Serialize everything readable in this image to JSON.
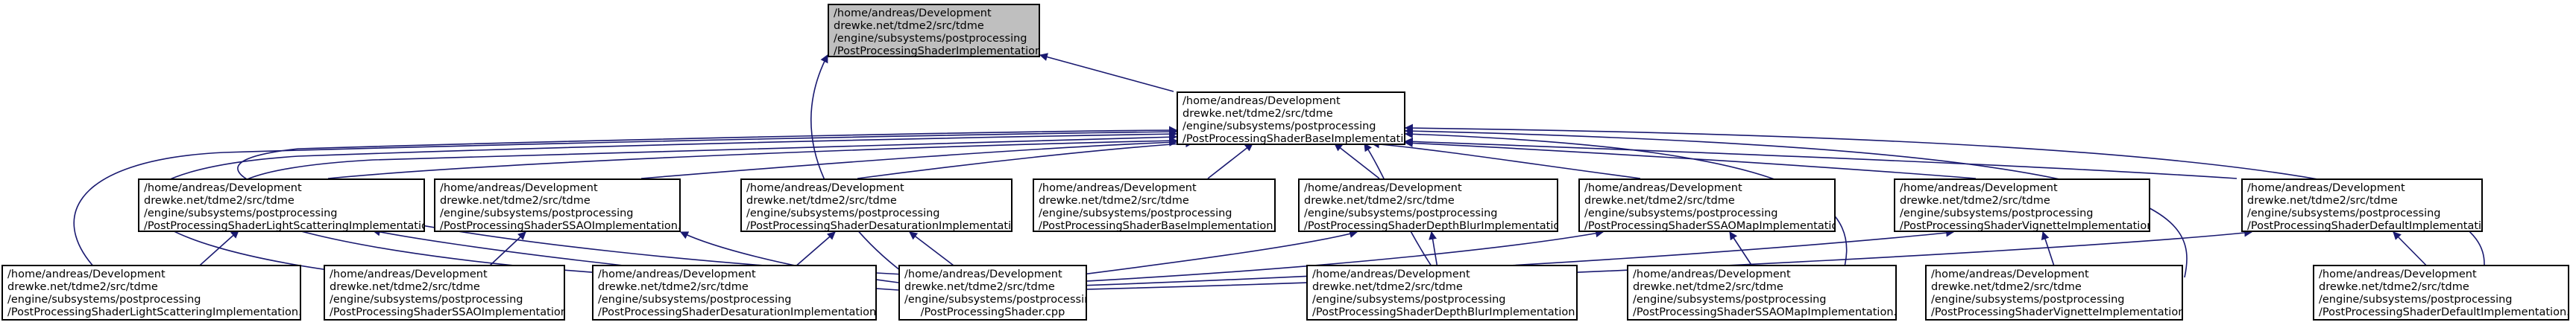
{
  "colors": {
    "edge": "#191970",
    "root_fill": "#bfbfbf",
    "node_fill": "#ffffff",
    "border": "#000000"
  },
  "nodes": {
    "root": {
      "lines": [
        "/home/andreas/Development",
        "drewke.net/tdme2/src/tdme",
        "/engine/subsystems/postprocessing",
        "/PostProcessingShaderImplementation.h"
      ]
    },
    "base": {
      "lines": [
        "/home/andreas/Development",
        "drewke.net/tdme2/src/tdme",
        "/engine/subsystems/postprocessing",
        "/PostProcessingShaderBaseImplementation.h"
      ]
    },
    "lsh": {
      "lines": [
        "/home/andreas/Development",
        "drewke.net/tdme2/src/tdme",
        "/engine/subsystems/postprocessing",
        "/PostProcessingShaderLightScatteringImplementation.h"
      ]
    },
    "ssaoh": {
      "lines": [
        "/home/andreas/Development",
        "drewke.net/tdme2/src/tdme",
        "/engine/subsystems/postprocessing",
        "/PostProcessingShaderSSAOImplementation.h"
      ]
    },
    "desh": {
      "lines": [
        "/home/andreas/Development",
        "drewke.net/tdme2/src/tdme",
        "/engine/subsystems/postprocessing",
        "/PostProcessingShaderDesaturationImplementation.h"
      ]
    },
    "basecpp": {
      "lines": [
        "/home/andreas/Development",
        "drewke.net/tdme2/src/tdme",
        "/engine/subsystems/postprocessing",
        "/PostProcessingShaderBaseImplementation.cpp"
      ]
    },
    "dbh": {
      "lines": [
        "/home/andreas/Development",
        "drewke.net/tdme2/src/tdme",
        "/engine/subsystems/postprocessing",
        "/PostProcessingShaderDepthBlurImplementation.h"
      ]
    },
    "ssaomh": {
      "lines": [
        "/home/andreas/Development",
        "drewke.net/tdme2/src/tdme",
        "/engine/subsystems/postprocessing",
        "/PostProcessingShaderSSAOMapImplementation.h"
      ]
    },
    "vigh": {
      "lines": [
        "/home/andreas/Development",
        "drewke.net/tdme2/src/tdme",
        "/engine/subsystems/postprocessing",
        "/PostProcessingShaderVignetteImplementation.h"
      ]
    },
    "defh": {
      "lines": [
        "/home/andreas/Development",
        "drewke.net/tdme2/src/tdme",
        "/engine/subsystems/postprocessing",
        "/PostProcessingShaderDefaultImplementation.h"
      ]
    },
    "lscpp": {
      "lines": [
        "/home/andreas/Development",
        "drewke.net/tdme2/src/tdme",
        "/engine/subsystems/postprocessing",
        "/PostProcessingShaderLightScatteringImplementation.cpp"
      ]
    },
    "ssaocpp": {
      "lines": [
        "/home/andreas/Development",
        "drewke.net/tdme2/src/tdme",
        "/engine/subsystems/postprocessing",
        "/PostProcessingShaderSSAOImplementation.cpp"
      ]
    },
    "descpp": {
      "lines": [
        "/home/andreas/Development",
        "drewke.net/tdme2/src/tdme",
        "/engine/subsystems/postprocessing",
        "/PostProcessingShaderDesaturationImplementation.cpp"
      ]
    },
    "shcpp": {
      "lines": [
        "/home/andreas/Development",
        "drewke.net/tdme2/src/tdme",
        "/engine/subsystems/postprocessing",
        "/PostProcessingShader.cpp"
      ]
    },
    "dbcpp": {
      "lines": [
        "/home/andreas/Development",
        "drewke.net/tdme2/src/tdme",
        "/engine/subsystems/postprocessing",
        "/PostProcessingShaderDepthBlurImplementation.cpp"
      ]
    },
    "ssaomcpp": {
      "lines": [
        "/home/andreas/Development",
        "drewke.net/tdme2/src/tdme",
        "/engine/subsystems/postprocessing",
        "/PostProcessingShaderSSAOMapImplementation.cpp"
      ]
    },
    "vigcpp": {
      "lines": [
        "/home/andreas/Development",
        "drewke.net/tdme2/src/tdme",
        "/engine/subsystems/postprocessing",
        "/PostProcessingShaderVignetteImplementation.cpp"
      ]
    },
    "defcpp": {
      "lines": [
        "/home/andreas/Development",
        "drewke.net/tdme2/src/tdme",
        "/engine/subsystems/postprocessing",
        "/PostProcessingShaderDefaultImplementation.cpp"
      ]
    }
  }
}
